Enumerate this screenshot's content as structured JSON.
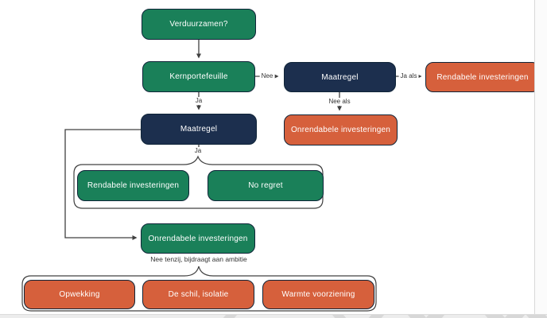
{
  "colors": {
    "green": "#1a8059",
    "navy": "#1c2f4e",
    "orange": "#d6603c",
    "border": "#0f2438",
    "line": "#404040",
    "label_text": "#333333",
    "page_edge": "#d8d8d8"
  },
  "nodes": {
    "verduurzamen": {
      "label": "Verduurzamen?"
    },
    "kernportefeuille": {
      "label": "Kernportefeuille"
    },
    "maatregel_top": {
      "label": "Maatregel"
    },
    "rendabele_right": {
      "label": "Rendabele investeringen"
    },
    "onrendabele_right": {
      "label": "Onrendabele investeringen"
    },
    "maatregel_mid": {
      "label": "Maatregel"
    },
    "rendabele_left": {
      "label": "Rendabele investeringen"
    },
    "no_regret": {
      "label": "No regret"
    },
    "onrendabele_left": {
      "label": "Onrendabele investeringen"
    },
    "opwekking": {
      "label": "Opwekking"
    },
    "de_schil": {
      "label": "De schil, isolatie"
    },
    "warmte": {
      "label": "Warmte voorziening"
    }
  },
  "labels": {
    "nee": "Nee",
    "ja_top": "Ja",
    "ja_als": "Ja als",
    "nee_als": "Nee als",
    "ja_mid": "Ja",
    "nee_tenzij": "Nee tenzij, bijdraagt aan ambitie"
  }
}
